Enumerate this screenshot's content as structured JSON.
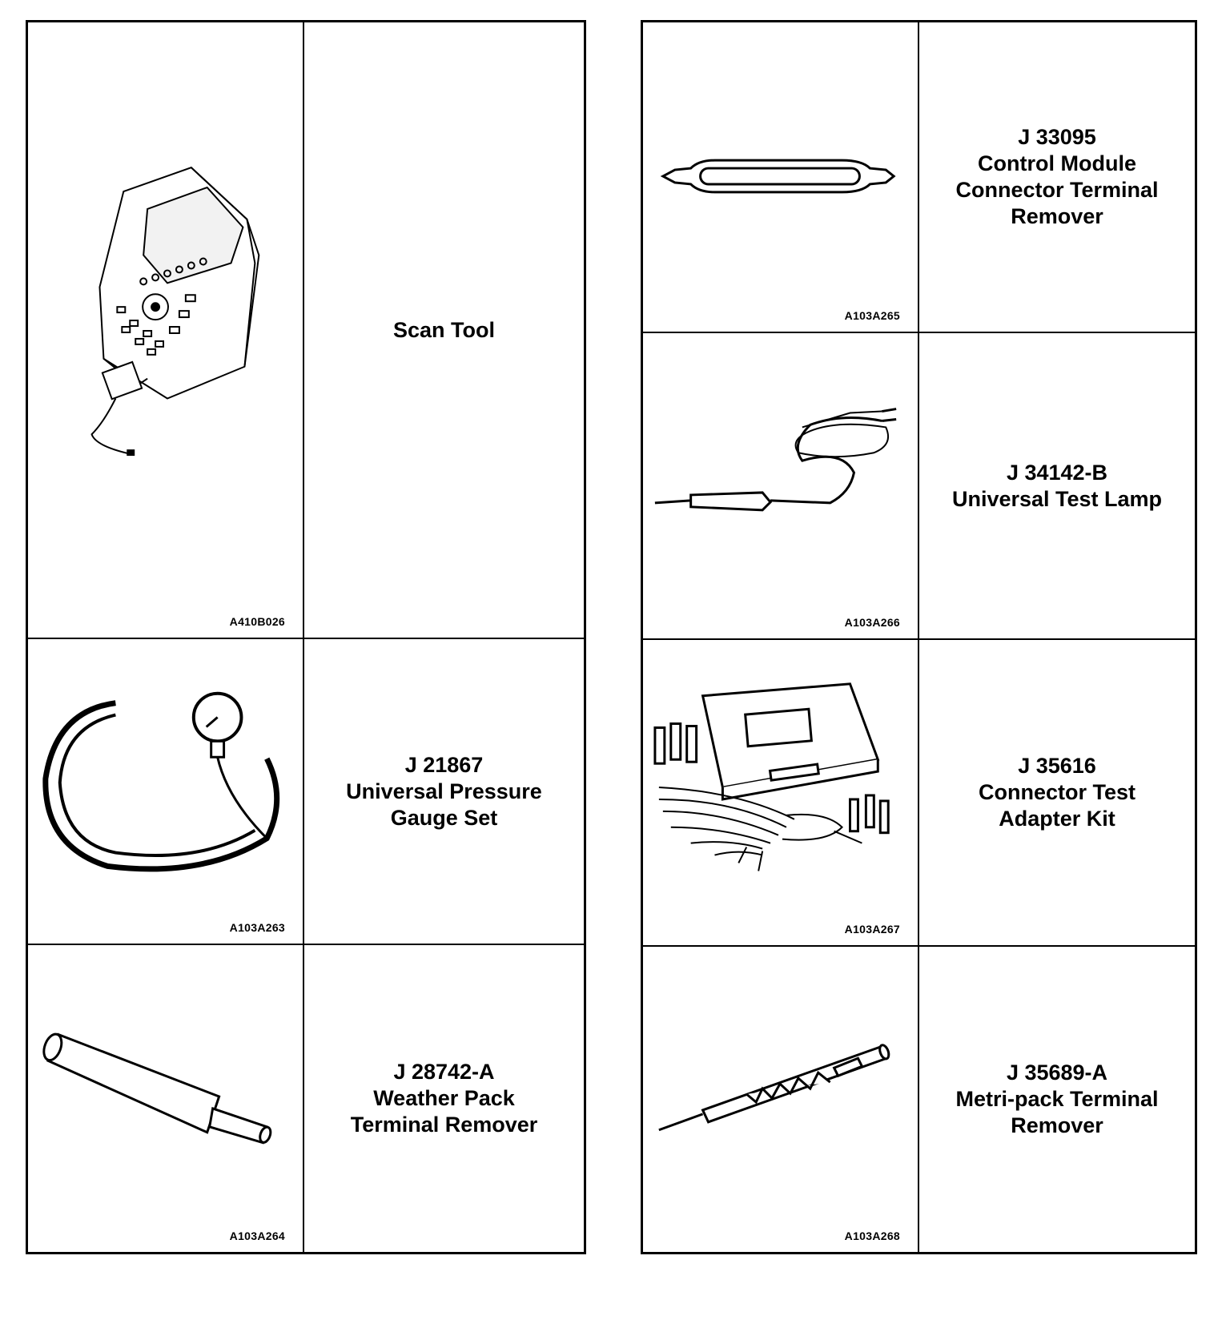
{
  "left_table": {
    "rows": [
      {
        "code": "A410B026",
        "label": "Scan Tool"
      },
      {
        "code": "A103A263",
        "label": "J 21867\nUniversal Pressure\nGauge Set"
      },
      {
        "code": "A103A264",
        "label": "J 28742-A\nWeather Pack\nTerminal Remover"
      }
    ]
  },
  "right_table": {
    "rows": [
      {
        "code": "A103A265",
        "label": "J 33095\nControl Module\nConnector Terminal\nRemover"
      },
      {
        "code": "A103A266",
        "label": "J 34142-B\nUniversal Test Lamp"
      },
      {
        "code": "A103A267",
        "label": "J 35616\nConnector Test\nAdapter Kit"
      },
      {
        "code": "A103A268",
        "label": "J 35689-A\nMetri-pack Terminal\nRemover"
      }
    ]
  },
  "icons": {
    "scan_tool": "scan-tool-icon",
    "pressure_gauge": "pressure-gauge-icon",
    "weather_pack_remover": "terminal-remover-rod-icon",
    "control_module_remover": "terminal-remover-flat-icon",
    "test_lamp": "test-lamp-icon",
    "adapter_kit": "adapter-kit-case-icon",
    "metripack_remover": "terminal-remover-pen-icon"
  }
}
